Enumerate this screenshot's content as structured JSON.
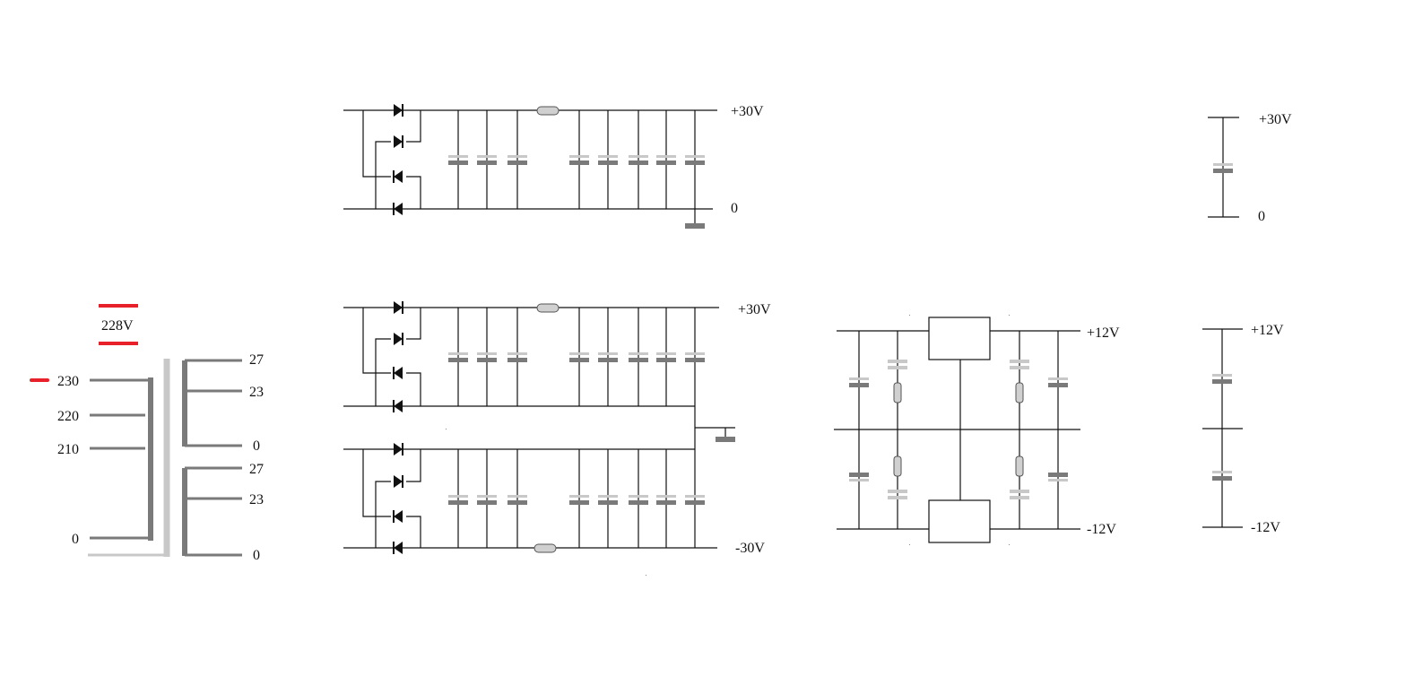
{
  "transformer": {
    "meter_label": "228V",
    "primary_taps": [
      "230",
      "220",
      "210",
      "0"
    ],
    "secondary_upper_taps": [
      "27",
      "23",
      "0"
    ],
    "secondary_lower_taps": [
      "27",
      "23",
      "0"
    ]
  },
  "rectifier_upper": {
    "pos_label": "+30V",
    "zero_label": "0"
  },
  "rectifier_dual": {
    "pos_label": "+30V",
    "neg_label": "-30V"
  },
  "regulator": {
    "pos_label": "+12V",
    "neg_label": "-12V"
  },
  "far_right_upper": {
    "pos_label": "+30V",
    "zero_label": "0"
  },
  "far_right_lower": {
    "pos_label": "+12V",
    "neg_label": "-12V"
  },
  "colors": {
    "wire": "#111111",
    "winding": "#7a7a7a",
    "core": "#c8c8c8",
    "cap_dark": "#7a7a7a",
    "cap_light": "#c8c8c8",
    "indicator": "#e8202a"
  }
}
